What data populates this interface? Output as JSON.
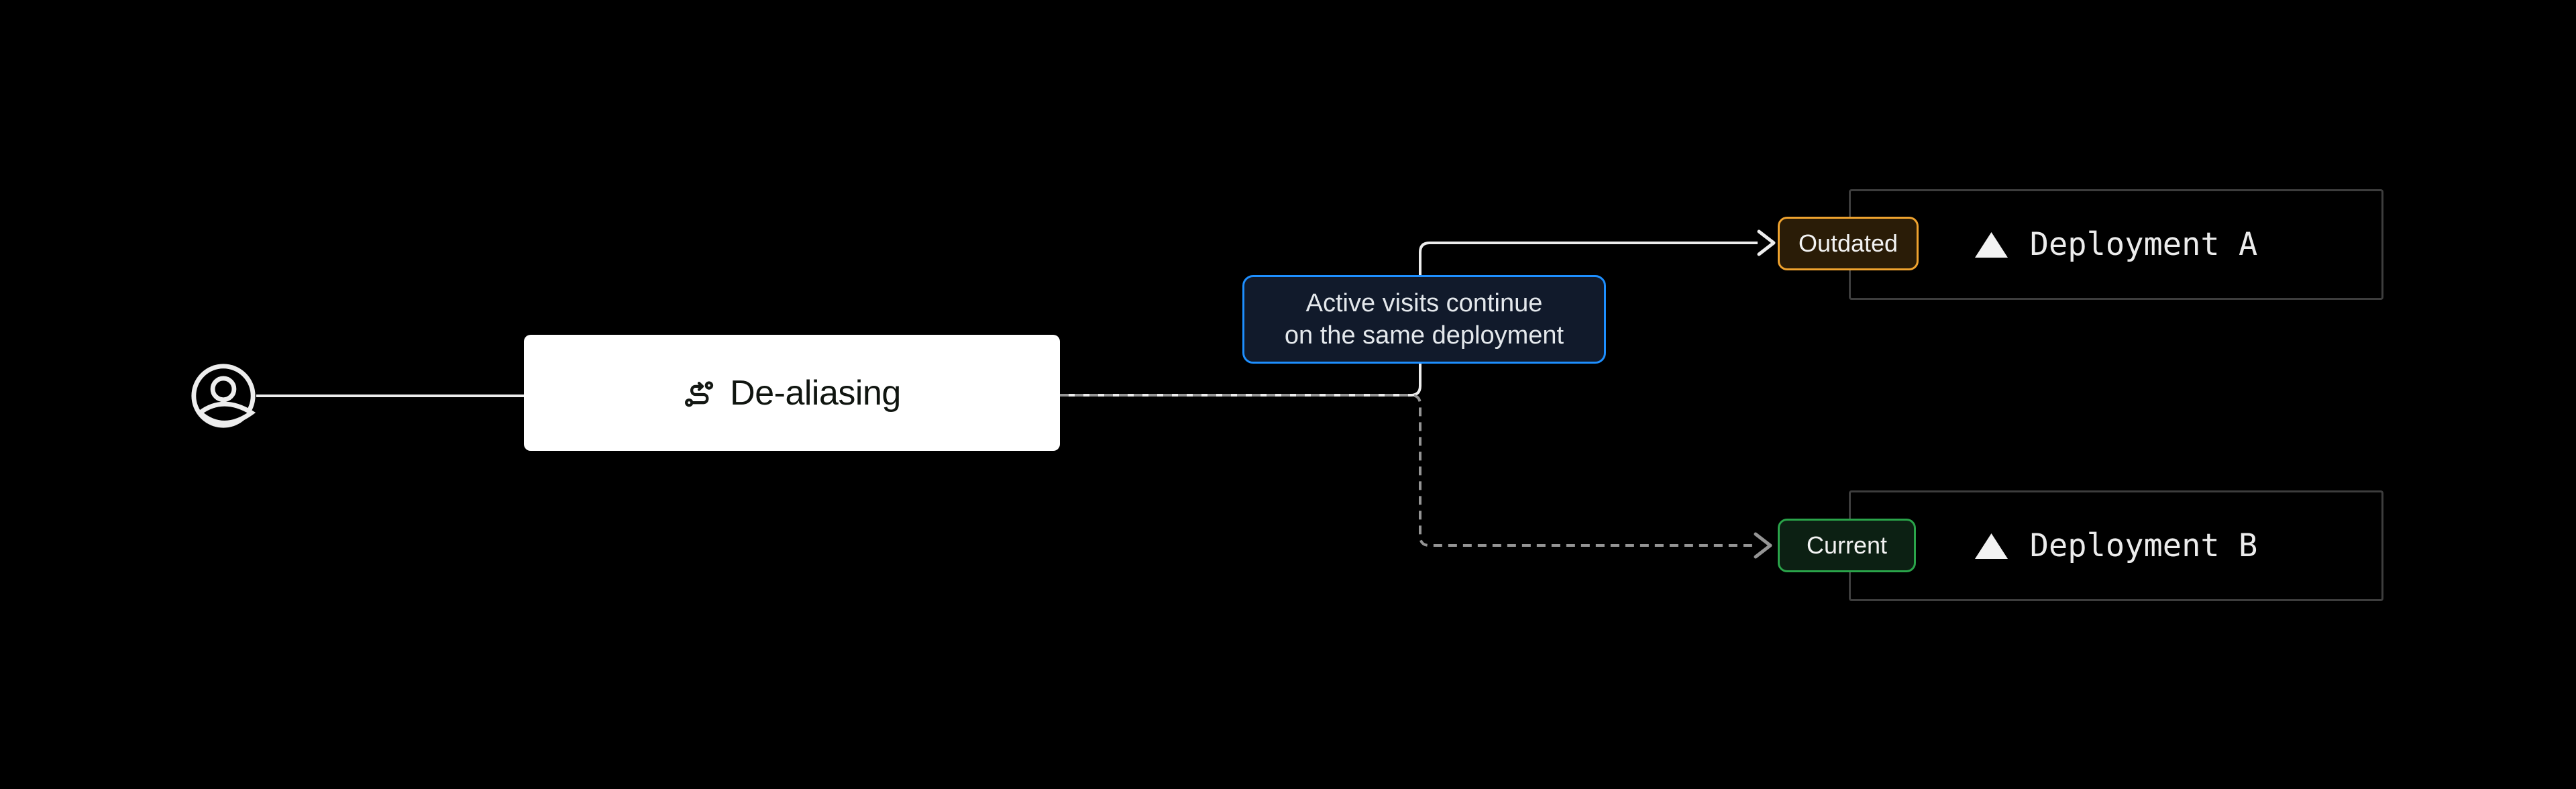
{
  "colors": {
    "background": "#000000",
    "line_solid": "#ededed",
    "line_dashed": "#949494",
    "node_bg": "#ffffff",
    "node_text": "#101510",
    "tooltip_bg": "#111a2b",
    "tooltip_border": "#1e8fff",
    "tooltip_text": "#e4e8ec",
    "outdated_bg": "#2a1c07",
    "outdated_border": "#efa32f",
    "current_bg": "#0c2013",
    "current_border": "#2aa44a",
    "deployment_border": "#3d3d3d",
    "deployment_text": "#ececec",
    "badge_text": "#f2f2f2",
    "triangle": "#f2f2f2"
  },
  "icons": {
    "user": "user-circle-icon",
    "dealiasing": "route-icon",
    "deployment_a": "vercel-triangle-icon",
    "deployment_b": "vercel-triangle-icon"
  },
  "nodes": {
    "dealiasing": {
      "label": "De-aliasing"
    },
    "tooltip": {
      "line1": "Active visits continue",
      "line2": "on the same deployment"
    },
    "deployment_a": {
      "label": "Deployment A",
      "badge": "Outdated"
    },
    "deployment_b": {
      "label": "Deployment B",
      "badge": "Current"
    }
  },
  "edges": {
    "solid": "user to de-aliasing to outdated deployment (active visits)",
    "dashed": "de-aliasing to current deployment (new visits)"
  }
}
